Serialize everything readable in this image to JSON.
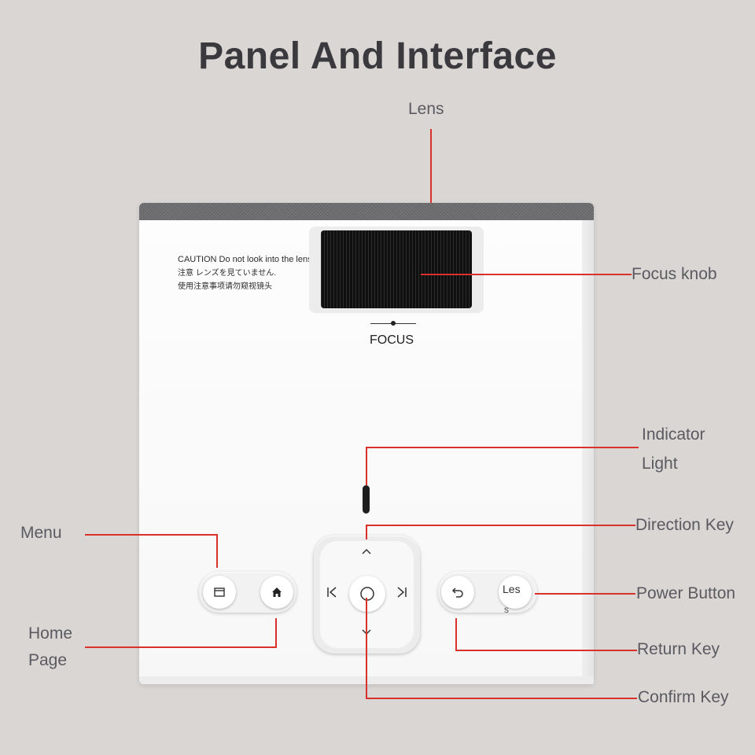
{
  "title": "Panel And Interface",
  "labels": {
    "lens": "Lens",
    "focus_knob": "Focus knob",
    "indicator_light_1": "Indicator",
    "indicator_light_2": "Light",
    "menu": "Menu",
    "direction_key": "Direction Key",
    "power_button": "Power Button",
    "home_page_1": "Home",
    "home_page_2": "Page",
    "return_key": "Return Key",
    "confirm_key": "Confirm Key"
  },
  "device": {
    "caution_en": "CAUTION Do not look into the lens.",
    "caution_jp": "注意 レンズを見ていません.",
    "caution_cn": "使用注意事项请勿窥视镜头",
    "focus_text": "FOCUS",
    "power_label_1": "Les",
    "power_label_2": "s"
  },
  "colors": {
    "background": "#d9d6d4",
    "leader_line": "#d9322d",
    "label_text": "#5a5a60",
    "title_text": "#3a3a3e"
  },
  "icons": [
    "menu-icon",
    "home-icon",
    "up-icon",
    "down-icon",
    "previous-icon",
    "next-icon",
    "confirm-icon",
    "return-icon"
  ]
}
